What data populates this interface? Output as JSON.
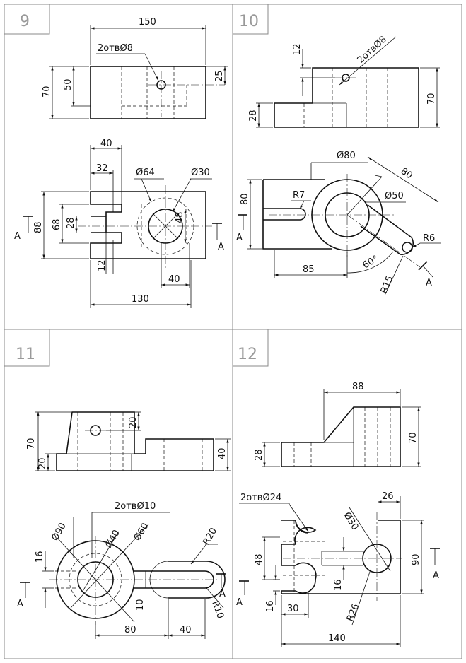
{
  "sheet": {
    "border_color": "#888888",
    "line_color": "#111111"
  },
  "panels": [
    {
      "number": "9",
      "dims": {
        "w150": "150",
        "holes": "2отвØ8",
        "h70": "70",
        "h50": "50",
        "h25": "25",
        "w40": "40",
        "w32": "32",
        "d64": "Ø64",
        "d30": "Ø30",
        "h68": "68",
        "h28": "28",
        "h48": "48",
        "h88": "88",
        "h12": "12",
        "w40b": "40",
        "w130": "130",
        "sectionA": "A"
      }
    },
    {
      "number": "10",
      "dims": {
        "holes": "2отвØ8",
        "h12": "12",
        "h70": "70",
        "h28": "28",
        "d80": "Ø80",
        "r80": "80",
        "h80": "80",
        "r7": "R7",
        "d50": "Ø50",
        "r6": "R6",
        "w85": "85",
        "a60": "60°",
        "r15": "R15",
        "sectionA": "A"
      }
    },
    {
      "number": "11",
      "dims": {
        "h70": "70",
        "h20": "20",
        "h20b": "20",
        "h40": "40",
        "holes": "2отвØ10",
        "d90": "Ø90",
        "d40": "Ø40",
        "d60": "Ø60",
        "r20": "R20",
        "h16": "16",
        "h10": "10",
        "r10": "R10",
        "w80": "80",
        "w40": "40",
        "sectionA": "A"
      }
    },
    {
      "number": "12",
      "dims": {
        "w88": "88",
        "h70": "70",
        "h28": "28",
        "holes": "2отвØ24",
        "d30": "Ø30",
        "w26": "26",
        "h48": "48",
        "h90": "90",
        "h16": "16",
        "h16b": "16",
        "w30": "30",
        "r26": "R26",
        "w140": "140",
        "sectionA": "A"
      }
    }
  ]
}
